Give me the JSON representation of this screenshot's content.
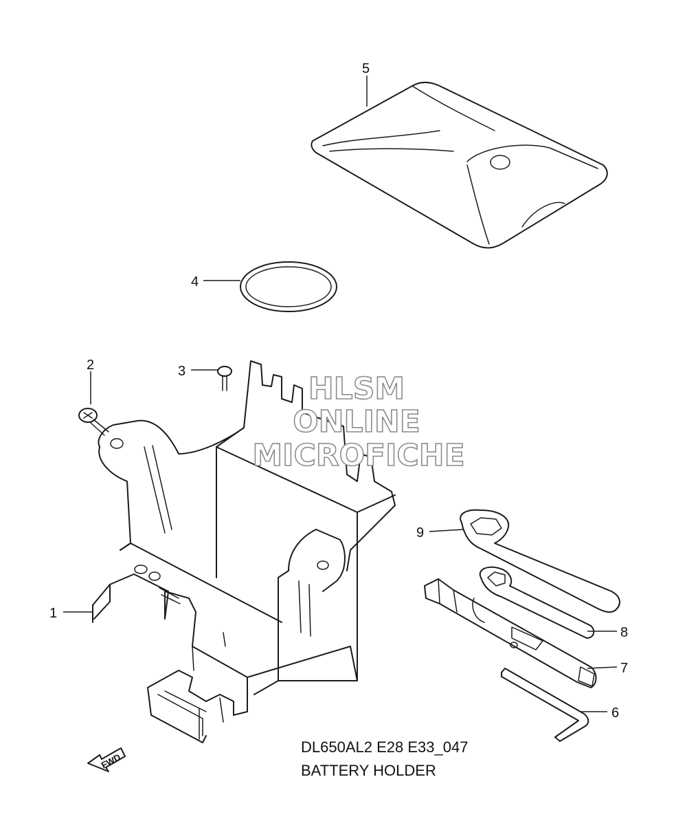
{
  "callouts": {
    "c1": "1",
    "c2": "2",
    "c3": "3",
    "c4": "4",
    "c5": "5",
    "c6": "6",
    "c7": "7",
    "c8": "8",
    "c9": "9"
  },
  "watermark": {
    "line1": "HLSM",
    "line2": "ONLINE",
    "line3": "MICROFICHE"
  },
  "caption": {
    "model_code": "DL650AL2 E28 E33_047",
    "title": "BATTERY HOLDER"
  },
  "fwd_label": "FWD",
  "icons": {
    "direction": "fwd-arrow-icon"
  }
}
